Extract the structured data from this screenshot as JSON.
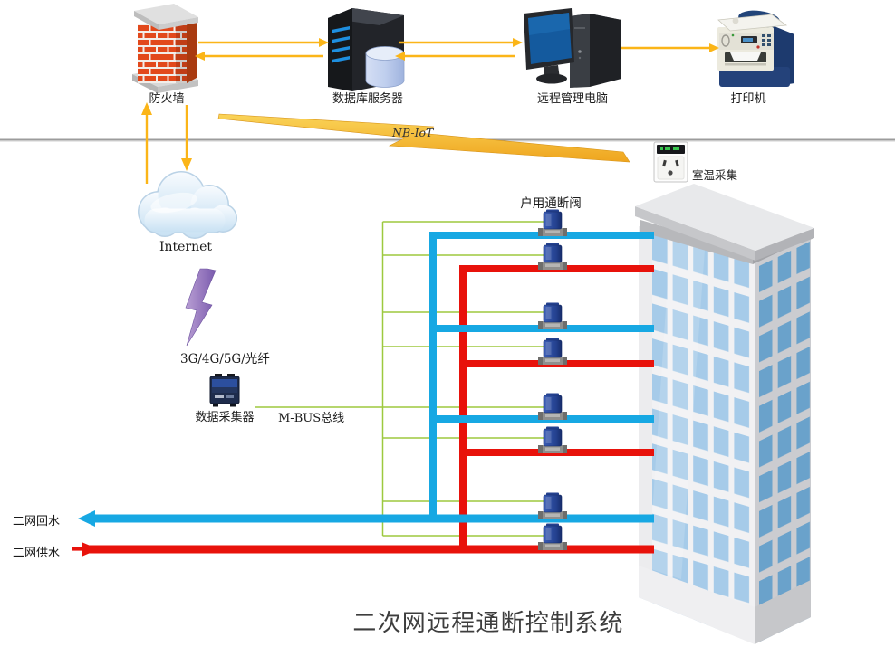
{
  "diagram_title": "二次网远程通断控制系统",
  "nodes": {
    "firewall": {
      "label": "防火墙"
    },
    "db_server": {
      "label": "数据库服务器"
    },
    "remote_pc": {
      "label": "远程管理电脑"
    },
    "printer": {
      "label": "打印机"
    },
    "internet": {
      "label": "Internet"
    },
    "data_collector": {
      "label": "数据采集器"
    },
    "room_temp_sensor": {
      "label": "室温采集"
    }
  },
  "links": {
    "nbiot_label": "NB-IoT",
    "wan_label": "3G/4G/5G/光纤",
    "mbus_label": "M-BUS总线"
  },
  "pipes": {
    "return_label": "二网回水",
    "supply_label": "二网供水"
  },
  "valves": {
    "label": "户用通断阀",
    "count": 8
  },
  "colors": {
    "supply_red": "#e8120b",
    "return_blue": "#17a8e3",
    "mbus_green": "#9dc93f",
    "arrow_yellow": "#fbb518",
    "lightning_gold": "#f2a922",
    "lightning_purple": "#8d6cb4"
  }
}
